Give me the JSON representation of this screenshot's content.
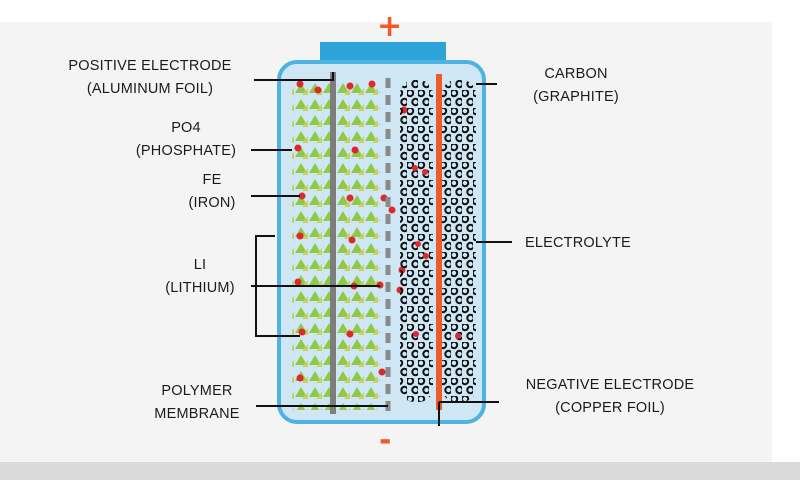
{
  "signs": {
    "positive": "+",
    "negative": "-"
  },
  "labels": {
    "positive_electrode": [
      "POSITIVE ELECTRODE",
      "(ALUMINUM FOIL)"
    ],
    "po4": [
      "PO4",
      "(PHOSPHATE)"
    ],
    "fe": [
      "FE",
      "(IRON)"
    ],
    "li": [
      "LI",
      "(LITHIUM)"
    ],
    "polymer_membrane": [
      "POLYMER",
      "MEMBRANE"
    ],
    "carbon": [
      "CARBON",
      "(GRAPHITE)"
    ],
    "electrolyte": [
      "ELECTROLYTE"
    ],
    "negative_electrode": [
      "NEGATIVE ELECTRODE",
      "(COPPER FOIL)"
    ]
  },
  "colors": {
    "terminal": "#2ea3d9",
    "cell_border": "#4cb3e3",
    "electrolyte_fill": "#cfe6f5",
    "copper_foil": "#ef5a2a",
    "aluminum_foil": "#7d7d7d",
    "phosphate_triangle": "#8dc63f",
    "iron_triangle": "#c7cf5a",
    "lithium_ion": "#e0282c",
    "graphite": "#111111"
  }
}
